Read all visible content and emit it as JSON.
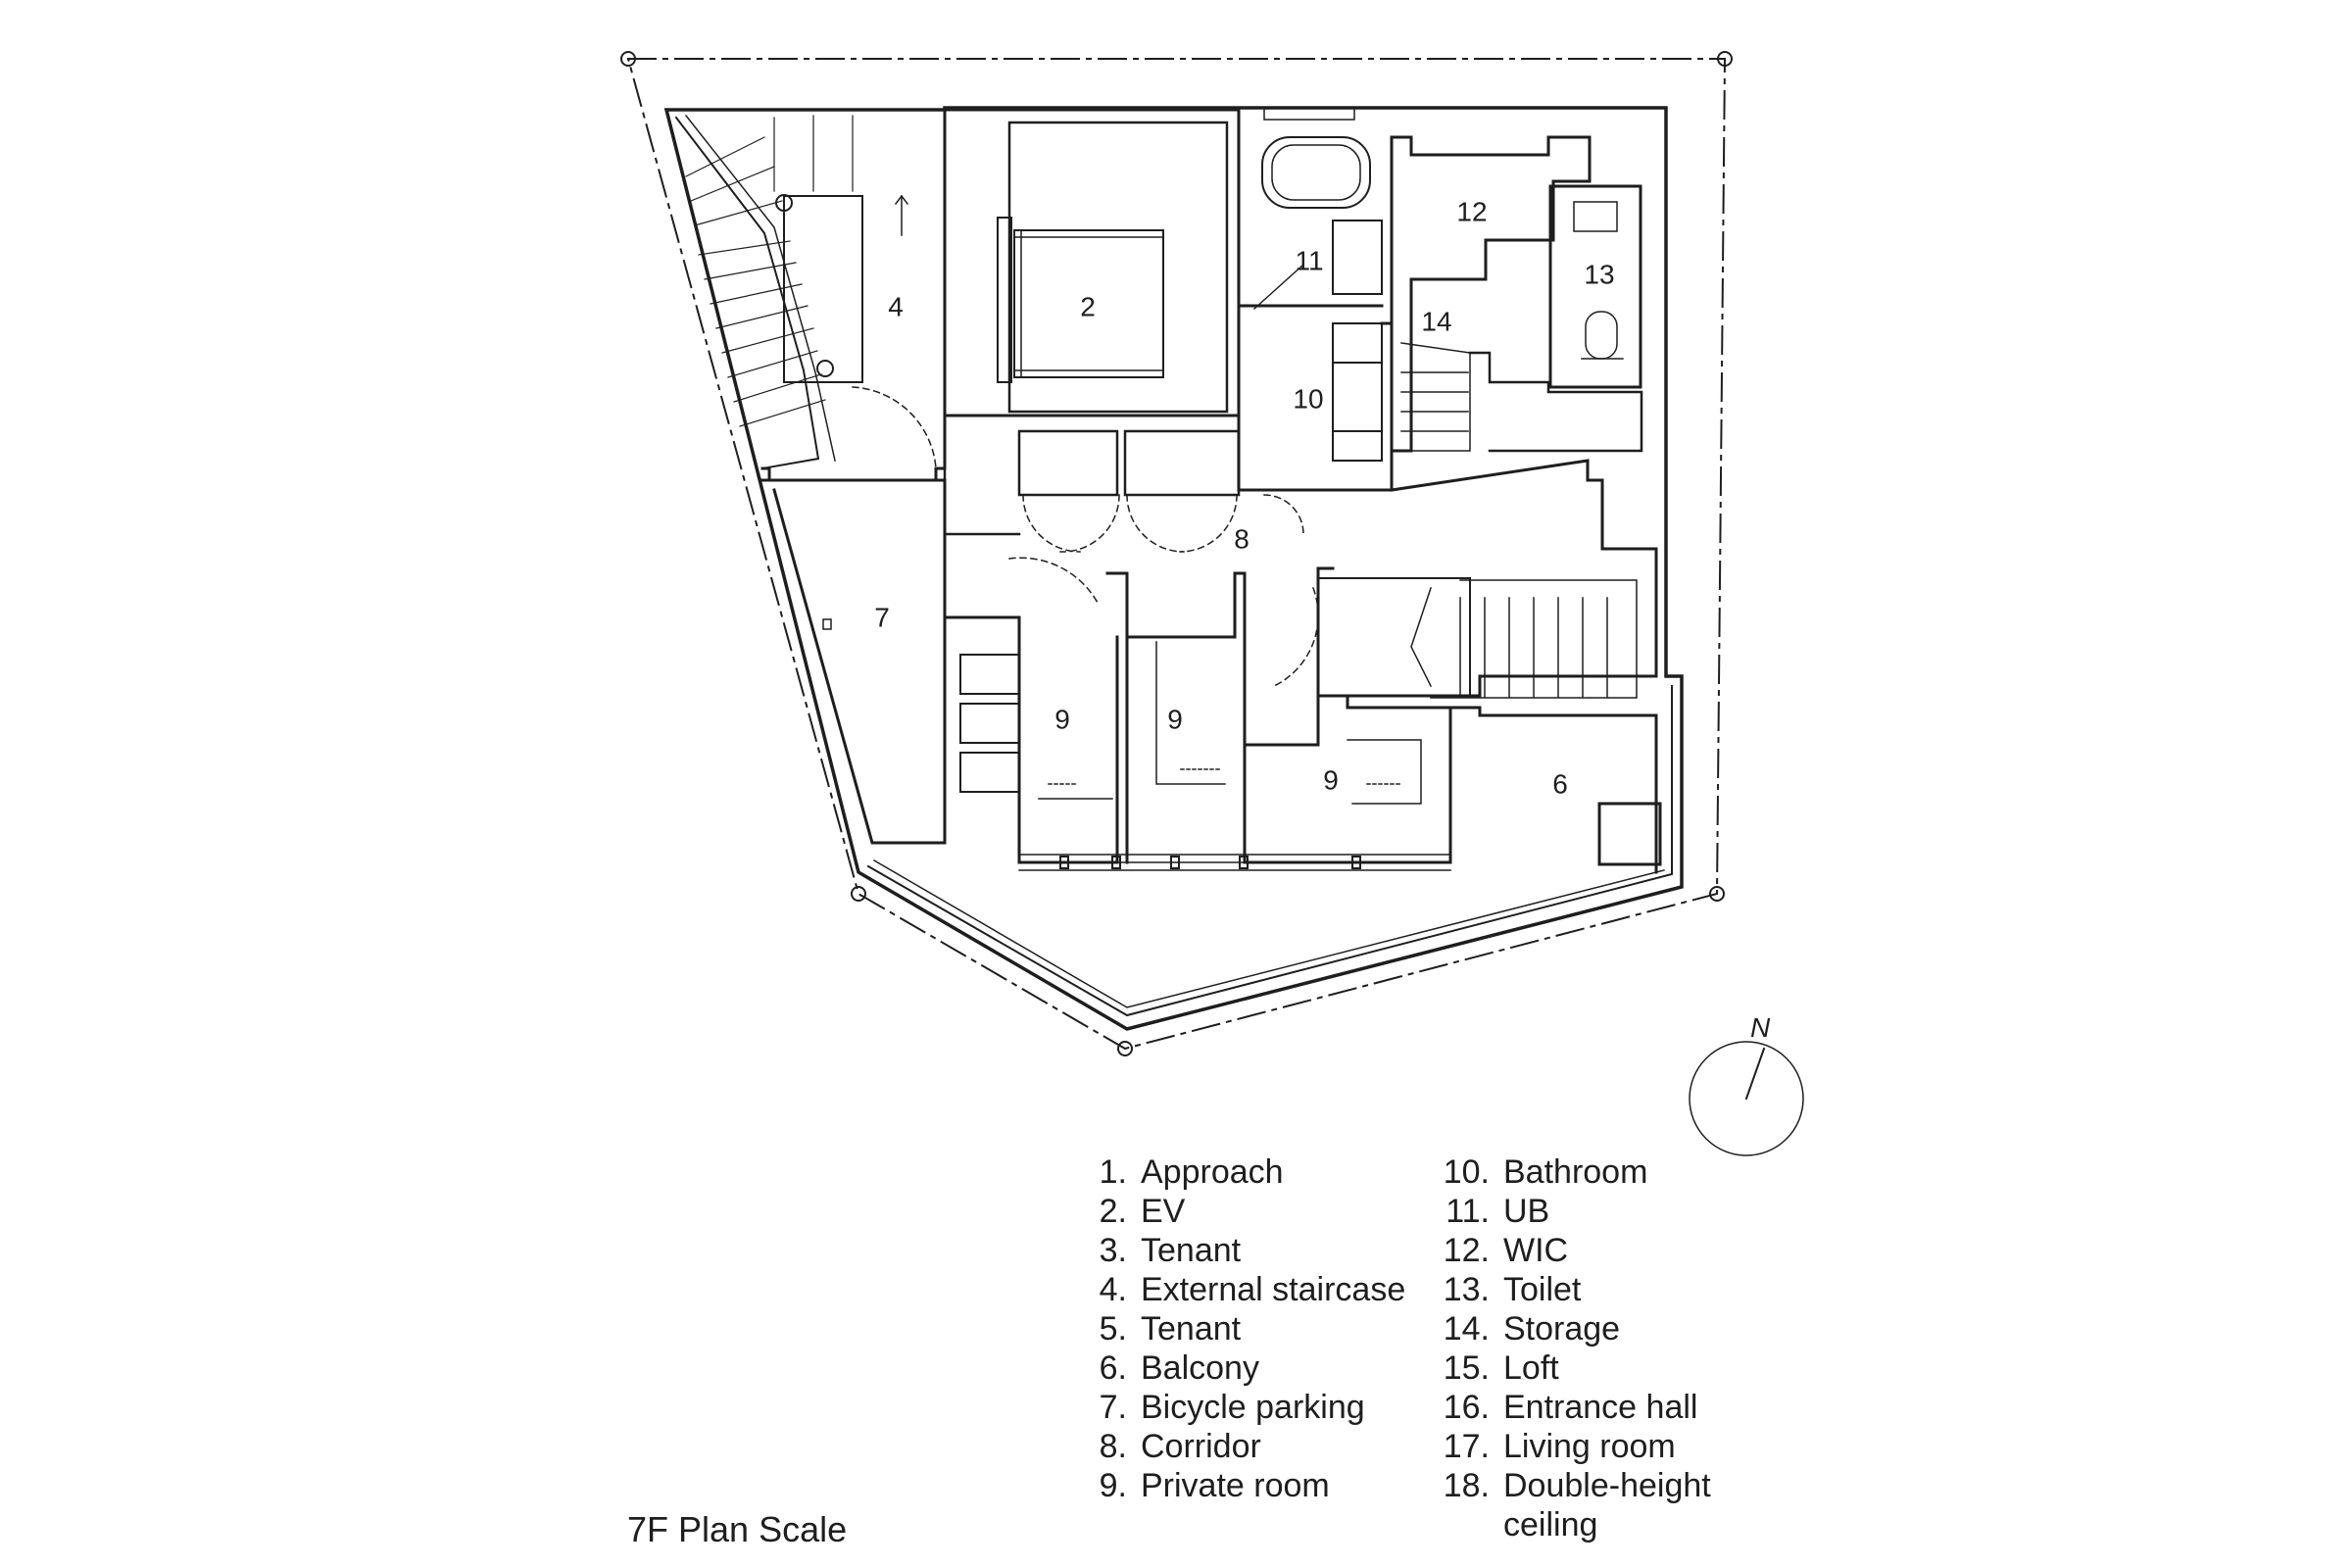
{
  "plan": {
    "caption": "7F Plan Scale",
    "north_label": "N",
    "room_labels": [
      "2",
      "4",
      "7",
      "8",
      "9",
      "9",
      "9",
      "6",
      "10",
      "11",
      "12",
      "13",
      "14"
    ]
  },
  "legend": {
    "left": [
      {
        "num": "1.",
        "text": "Approach"
      },
      {
        "num": "2.",
        "text": "EV"
      },
      {
        "num": "3.",
        "text": "Tenant"
      },
      {
        "num": "4.",
        "text": "External staircase"
      },
      {
        "num": "5.",
        "text": "Tenant"
      },
      {
        "num": "6.",
        "text": "Balcony"
      },
      {
        "num": "7.",
        "text": "Bicycle parking"
      },
      {
        "num": "8.",
        "text": "Corridor"
      },
      {
        "num": "9.",
        "text": "Private room"
      }
    ],
    "right": [
      {
        "num": "10.",
        "text": "Bathroom"
      },
      {
        "num": "11.",
        "text": "UB"
      },
      {
        "num": "12.",
        "text": "WIC"
      },
      {
        "num": "13.",
        "text": "Toilet"
      },
      {
        "num": "14.",
        "text": "Storage"
      },
      {
        "num": "15.",
        "text": "Loft"
      },
      {
        "num": "16.",
        "text": "Entrance hall"
      },
      {
        "num": "17.",
        "text": "Living room"
      },
      {
        "num": "18.",
        "text": "Double-height\nceiling"
      }
    ]
  },
  "colors": {
    "line": "#1e1e1e",
    "background": "#ffffff"
  }
}
